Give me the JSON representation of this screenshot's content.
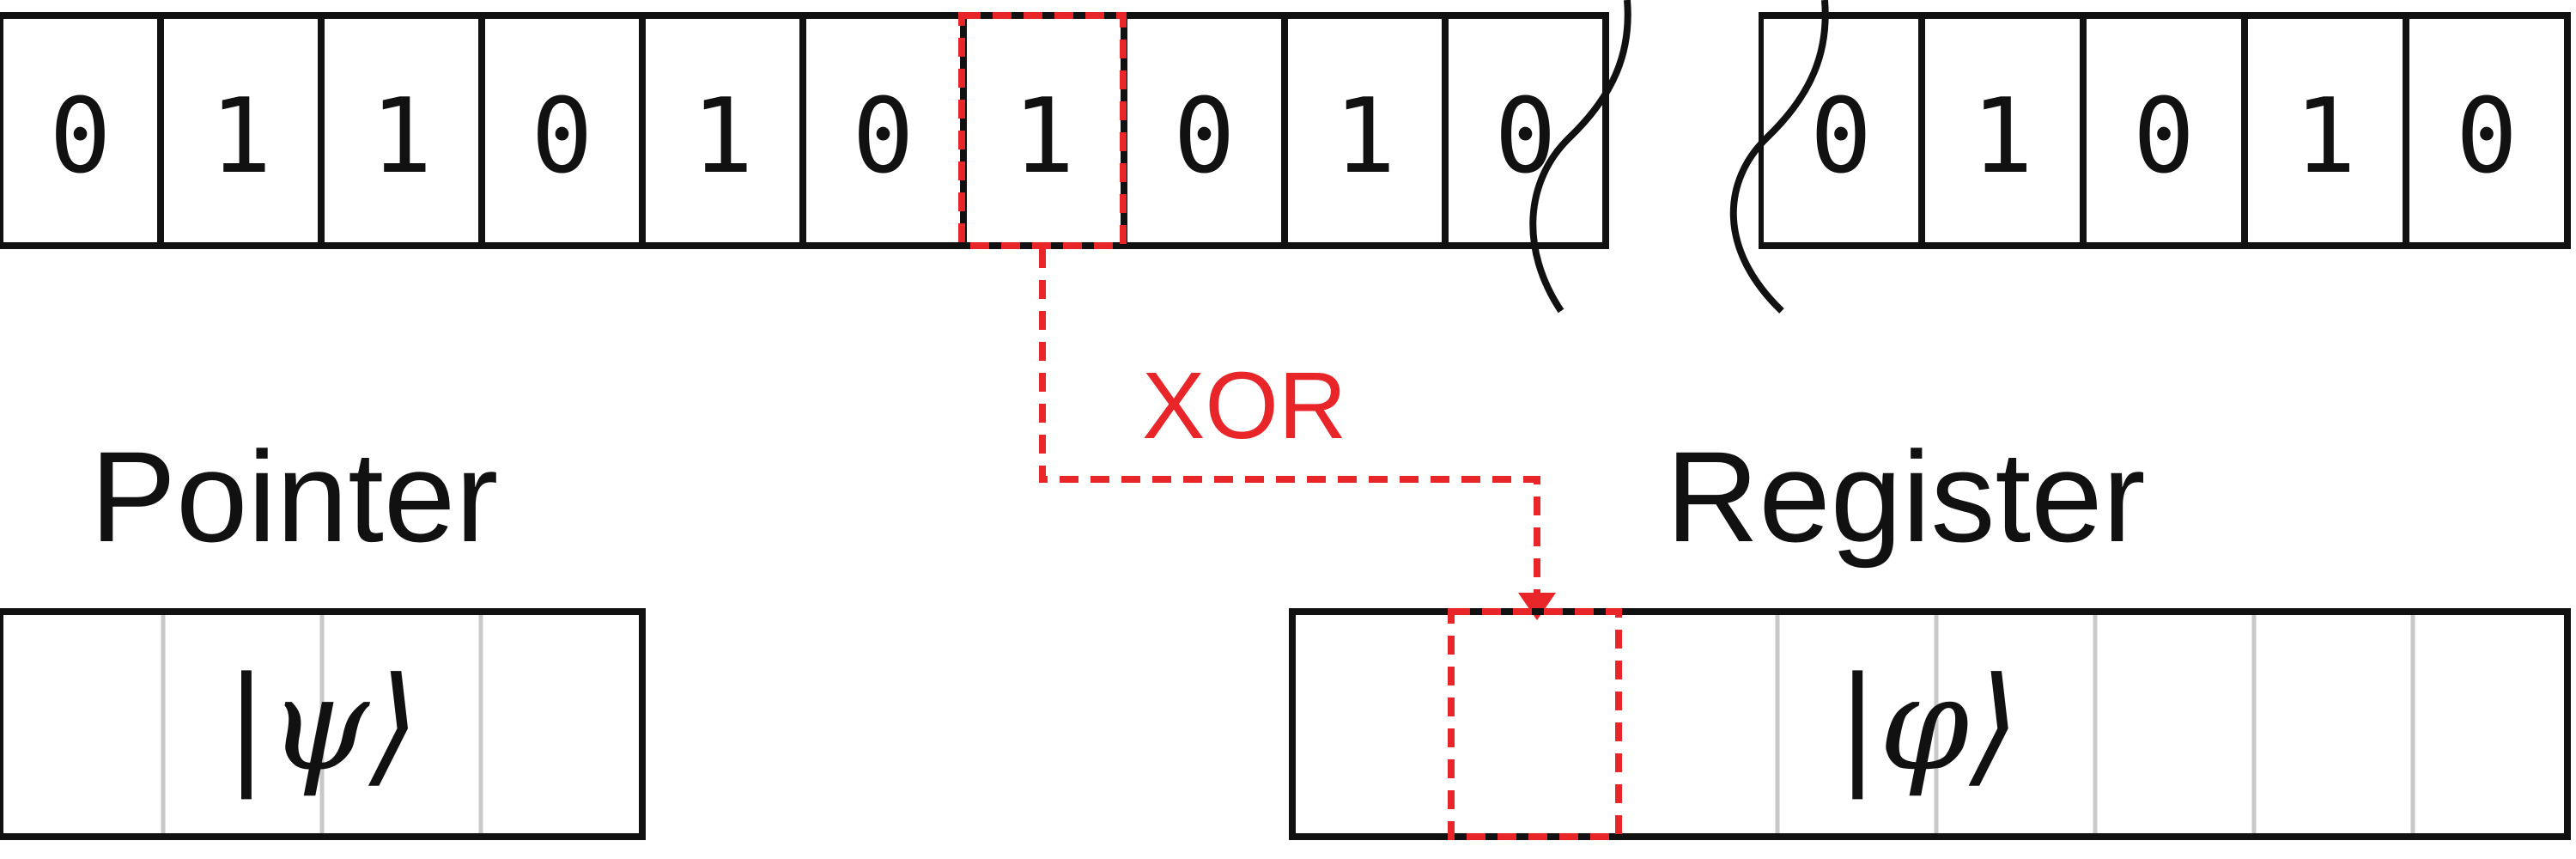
{
  "tape": {
    "left_bits": [
      "0",
      "1",
      "1",
      "0",
      "1",
      "0",
      "1",
      "0",
      "1",
      "0"
    ],
    "right_bits": [
      "0",
      "1",
      "0",
      "1",
      "0"
    ],
    "highlighted_index": 6
  },
  "operation": {
    "label": "XOR"
  },
  "pointer": {
    "title": "Pointer",
    "state": "|ψ⟩"
  },
  "register": {
    "title": "Register",
    "state": "|φ⟩"
  },
  "colors": {
    "line": "#111111",
    "accent": "#e8262a",
    "grid": "#c8c8c8"
  }
}
